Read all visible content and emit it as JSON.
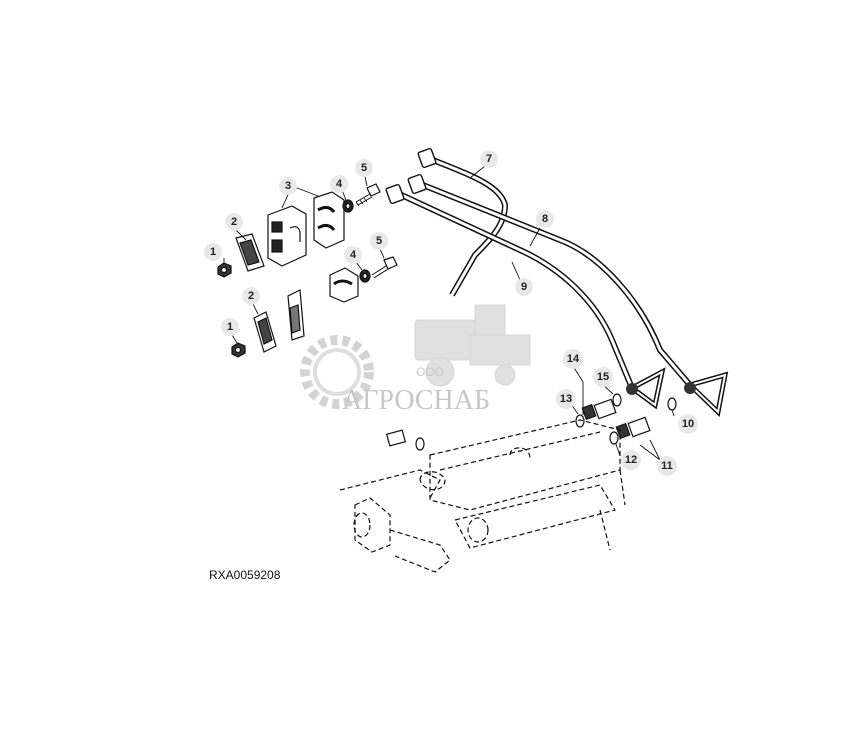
{
  "figure_id": "RXA0059208",
  "callouts": {
    "c1a": "1",
    "c1b": "1",
    "c2a": "2",
    "c2b": "2",
    "c3": "3",
    "c4a": "4",
    "c4b": "4",
    "c5a": "5",
    "c5b": "5",
    "c7": "7",
    "c8": "8",
    "c9": "9",
    "c10": "10",
    "c11": "11",
    "c12": "12",
    "c13": "13",
    "c14": "14",
    "c15": "15"
  },
  "watermark": {
    "company_prefix": "ООО",
    "company_name": "АГРОСНАБ"
  }
}
